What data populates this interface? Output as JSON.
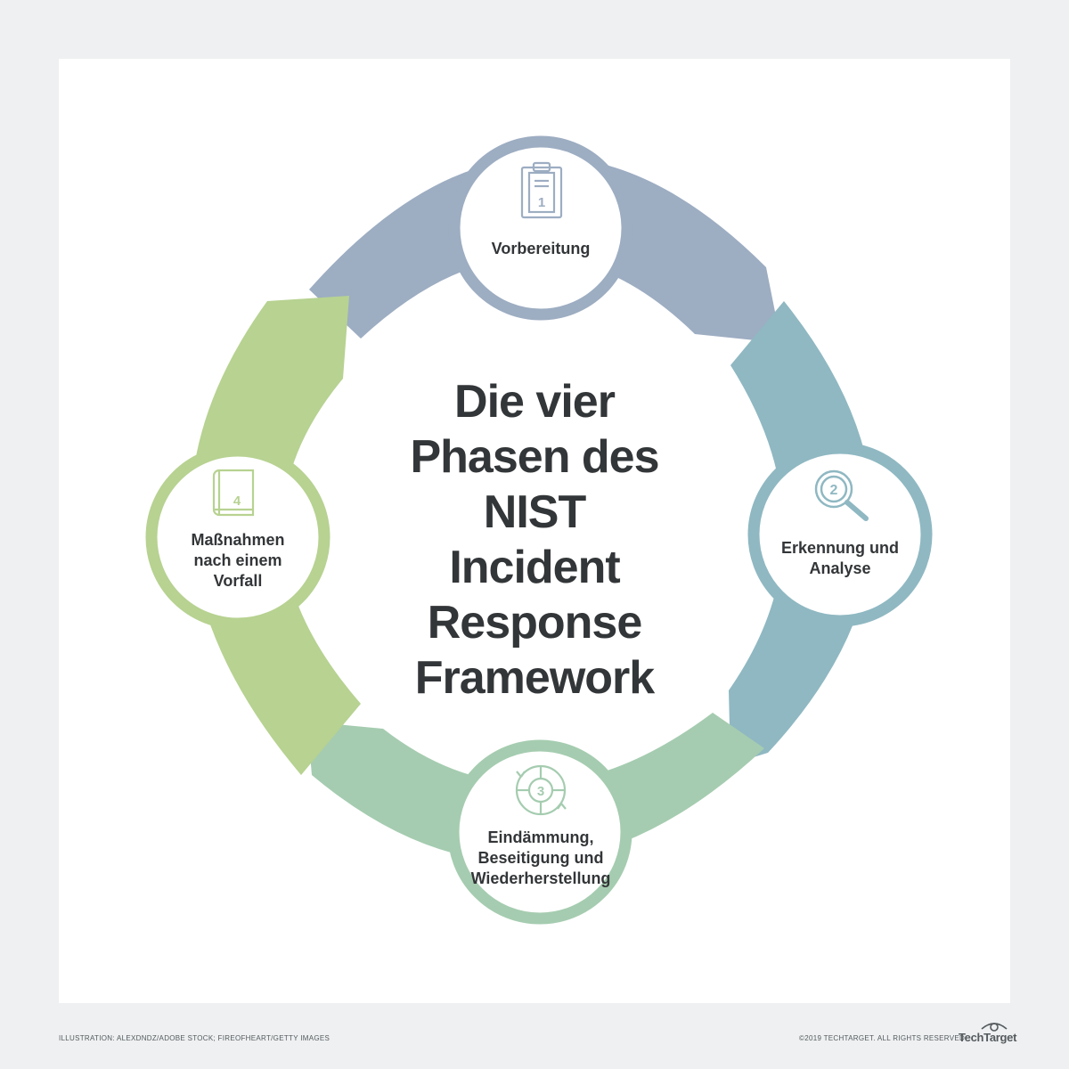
{
  "diagram": {
    "title": "Die vier\nPhasen des\nNIST\nIncident\nResponse\nFramework",
    "colors": {
      "phase1": "#9dadc2",
      "phase2": "#8fb8c2",
      "phase3": "#a5ccb0",
      "phase4": "#b7d291",
      "text": "#333638"
    },
    "phases": [
      {
        "number": "1",
        "label": "Vorbereitung",
        "icon": "clipboard-icon"
      },
      {
        "number": "2",
        "label": "Erkennung und\nAnalyse",
        "icon": "magnifier-icon"
      },
      {
        "number": "3",
        "label": "Eindämmung,\nBeseitigung und\nWiederherstellung",
        "icon": "cycle-target-icon"
      },
      {
        "number": "4",
        "label": "Maßnahmen\nnach einem\nVorfall",
        "icon": "book-icon"
      }
    ]
  },
  "footer": {
    "illustration_credit": "ILLUSTRATION: ALEXDNDZ/ADOBE STOCK; FIREOFHEART/GETTY IMAGES",
    "copyright": "©2019 TECHTARGET. ALL RIGHTS RESERVED",
    "brand": "TechTarget"
  }
}
